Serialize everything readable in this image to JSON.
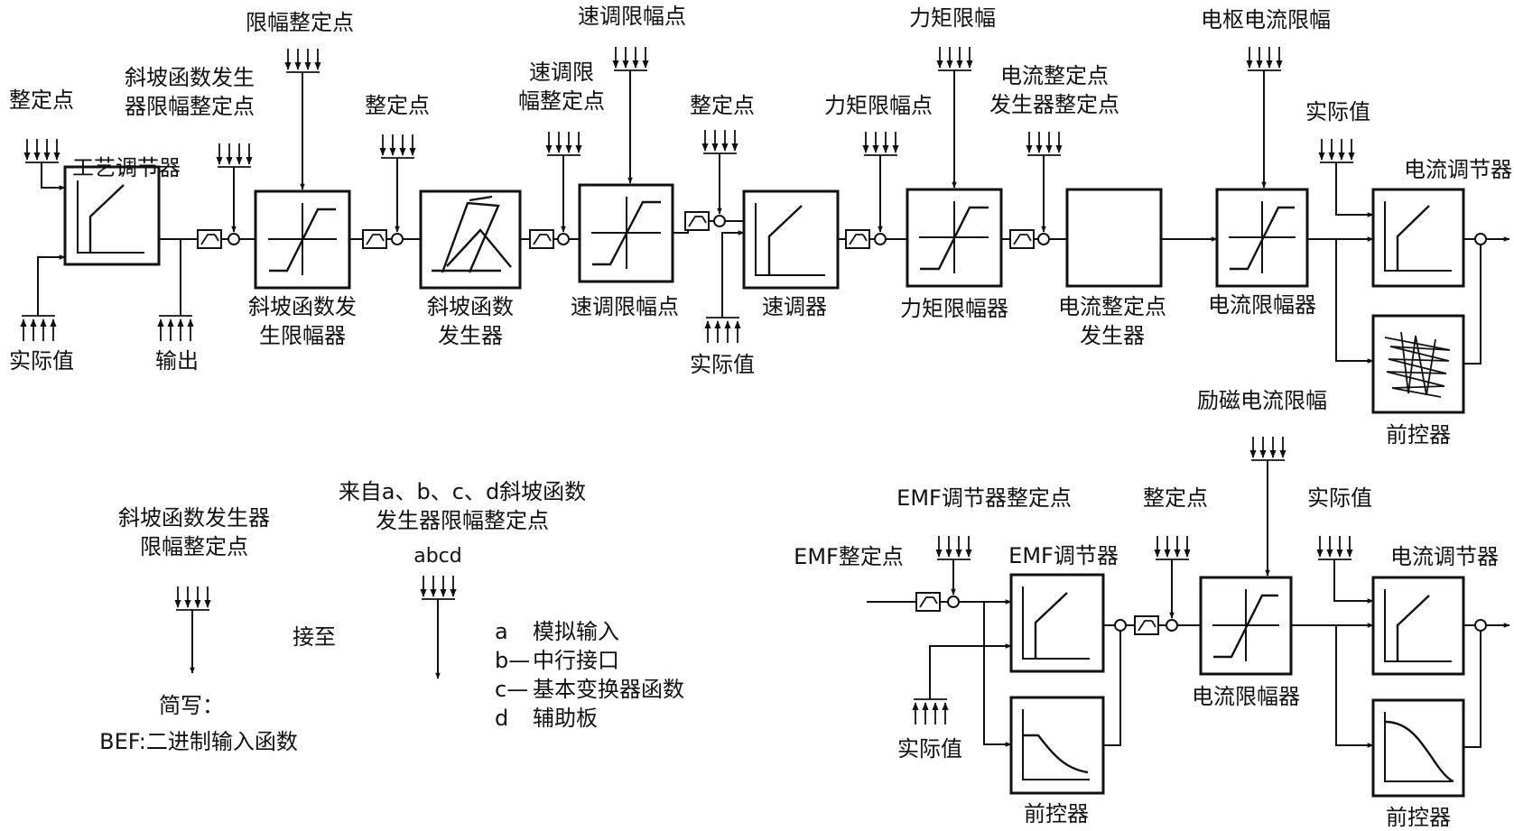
{
  "top_row": {
    "label_setpoint": "整定点",
    "label_ramp_limit_setpoint": [
      "斜坡函数发生",
      "器限幅整定点"
    ],
    "label_tech_controller": "工艺调节器",
    "label_actual_value_1": "实际值",
    "label_output": "输出",
    "label_limit_setpoint": "限幅整定点",
    "label_ramp_limiter": [
      "斜坡函数发",
      "生限幅器"
    ],
    "label_setpoint_2": "整定点",
    "label_ramp_generator": [
      "斜坡函数",
      "发生器"
    ],
    "label_speed_limit_setpoint": [
      "速调限",
      "幅整定点"
    ],
    "label_speed_limit_point_top": "速调限幅点",
    "label_speed_limit_point_bottom": "速调限幅点",
    "label_setpoint_3": "整定点",
    "label_speed_controller": "速调器",
    "label_actual_value_2": "实际值",
    "label_torque_limit_top": "力矩限幅",
    "label_torque_limit_point": "力矩限幅点",
    "label_torque_limiter": "力矩限幅器",
    "label_current_setpoint_gen_setpoint": [
      "电流整定点",
      "发生器整定点"
    ],
    "label_current_setpoint_gen": [
      "电流整定点",
      "发生器"
    ],
    "label_armature_current_limit": "电枢电流限幅",
    "label_current_limiter": "电流限幅器",
    "label_actual_value_3": "实际值",
    "label_current_controller": "电流调节器",
    "label_feedforward": "前控器",
    "label_field_current_limit": "励磁电流限幅"
  },
  "legend": {
    "label_ramp_limit_setpoint": [
      "斜坡函数发生器",
      "限幅整定点"
    ],
    "label_from_abcd": [
      "来自a、b、c、d斜坡函数",
      "发生器限幅整定点"
    ],
    "abcd": "abcd",
    "connect_to": "接至",
    "items": [
      {
        "key": "a",
        "text": "模拟输入"
      },
      {
        "key": "b—",
        "text": "中行接口"
      },
      {
        "key": "c—",
        "text": "基本变换器函数"
      },
      {
        "key": "d",
        "text": "辅助板"
      }
    ],
    "abbrev_label": "简写：",
    "bef_def": "BEF:二进制输入函数"
  },
  "bottom_row": {
    "label_emf_ctrl_setpoint": "EMF调节器整定点",
    "label_emf_setpoint": "EMF整定点",
    "label_emf_controller": "EMF调节器",
    "label_actual_value": "实际值",
    "label_feedforward_1": "前控器",
    "label_setpoint": "整定点",
    "label_current_limiter": "电流限幅器",
    "label_actual_value_2": "实际值",
    "label_current_controller": "电流调节器",
    "label_feedforward_2": "前控器"
  }
}
